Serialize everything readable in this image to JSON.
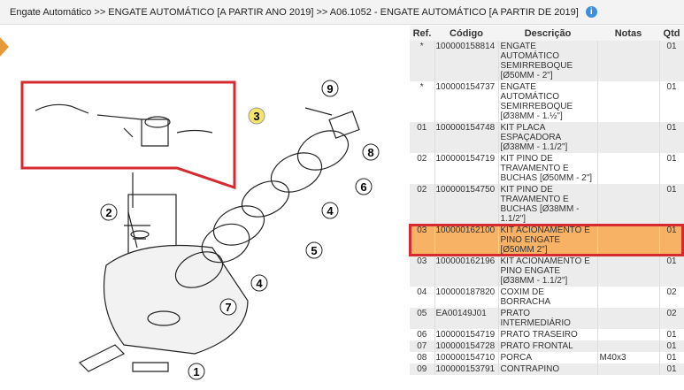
{
  "breadcrumb": "Engate Automático >> ENGATE AUTOMÁTICO [A PARTIR ANO 2019] >> A06.1052 - ENGATE AUTOMÁTICO [A PARTIR DE 2019]",
  "info_icon": "i",
  "diagram": {
    "callouts": [
      "1",
      "2",
      "3",
      "4",
      "4",
      "5",
      "6",
      "7",
      "8",
      "9"
    ]
  },
  "table": {
    "headers": [
      "Ref.",
      "Código",
      "Descrição",
      "Notas",
      "Qtd"
    ],
    "rows": [
      {
        "ref": "*",
        "code": "100000158814",
        "desc": "ENGATE AUTOMÁTICO SEMIRREBOQUE [Ø50MM - 2\"]",
        "notes": "",
        "qty": "01"
      },
      {
        "ref": "*",
        "code": "100000154737",
        "desc": "ENGATE AUTOMÁTICO SEMIRREBOQUE [Ø38MM - 1.½\"]",
        "notes": "",
        "qty": "01"
      },
      {
        "ref": "01",
        "code": "100000154748",
        "desc": "KIT PLACA ESPAÇADORA [Ø38MM - 1.1/2\"]",
        "notes": "",
        "qty": "01"
      },
      {
        "ref": "02",
        "code": "100000154719",
        "desc": "KIT PINO DE TRAVAMENTO E BUCHAS [Ø50MM - 2\"]",
        "notes": "",
        "qty": "01"
      },
      {
        "ref": "02",
        "code": "100000154750",
        "desc": "KIT PINO DE TRAVAMENTO E BUCHAS [Ø38MM - 1.1/2\"]",
        "notes": "",
        "qty": "01"
      },
      {
        "ref": "03",
        "code": "100000162100",
        "desc": "KIT ACIONAMENTO E PINO ENGATE [Ø50MM 2\"]",
        "notes": "",
        "qty": "01",
        "highlight": true
      },
      {
        "ref": "03",
        "code": "100000162196",
        "desc": "KIT ACIONAMENTO E PINO ENGATE [Ø38MM - 1.1/2\"]",
        "notes": "",
        "qty": "01"
      },
      {
        "ref": "04",
        "code": "100000187820",
        "desc": "COXIM DE BORRACHA",
        "notes": "",
        "qty": "02"
      },
      {
        "ref": "05",
        "code": "EA00149J01",
        "desc": "PRATO INTERMEDIÁRIO",
        "notes": "",
        "qty": "02"
      },
      {
        "ref": "06",
        "code": "100000154719",
        "desc": "PRATO TRASEIRO",
        "notes": "",
        "qty": "01"
      },
      {
        "ref": "07",
        "code": "100000154728",
        "desc": "PRATO FRONTAL",
        "notes": "",
        "qty": "01"
      },
      {
        "ref": "08",
        "code": "100000154710",
        "desc": "PORCA",
        "notes": "M40x3",
        "qty": "01"
      },
      {
        "ref": "09",
        "code": "100000153791",
        "desc": "CONTRAPINO",
        "notes": "",
        "qty": "01"
      }
    ]
  },
  "colors": {
    "highlight": "#f8b265",
    "highlight_border": "#d42a30",
    "callout_3": "#f5e66a"
  }
}
